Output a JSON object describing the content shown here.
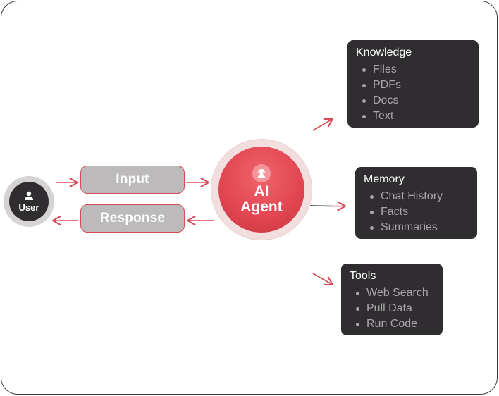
{
  "user": {
    "label": "User",
    "icon": "user-icon"
  },
  "flow": {
    "input_label": "Input",
    "response_label": "Response"
  },
  "agent": {
    "label_line1": "AI",
    "label_line2": "Agent",
    "icon": "agent-avatar-icon"
  },
  "cards": {
    "knowledge": {
      "title": "Knowledge",
      "items": [
        "Files",
        "PDFs",
        "Docs",
        "Text"
      ]
    },
    "memory": {
      "title": "Memory",
      "items": [
        "Chat History",
        "Facts",
        "Summaries"
      ]
    },
    "tools": {
      "title": "Tools",
      "items": [
        "Web Search",
        "Pull Data",
        "Run Code"
      ]
    }
  },
  "colors": {
    "accent": "#e24753",
    "arrow": "#d84a55",
    "card_bg": "#2f2d2f",
    "pill_bg": "#bcbaba",
    "muted_text": "#a9a6a9"
  }
}
